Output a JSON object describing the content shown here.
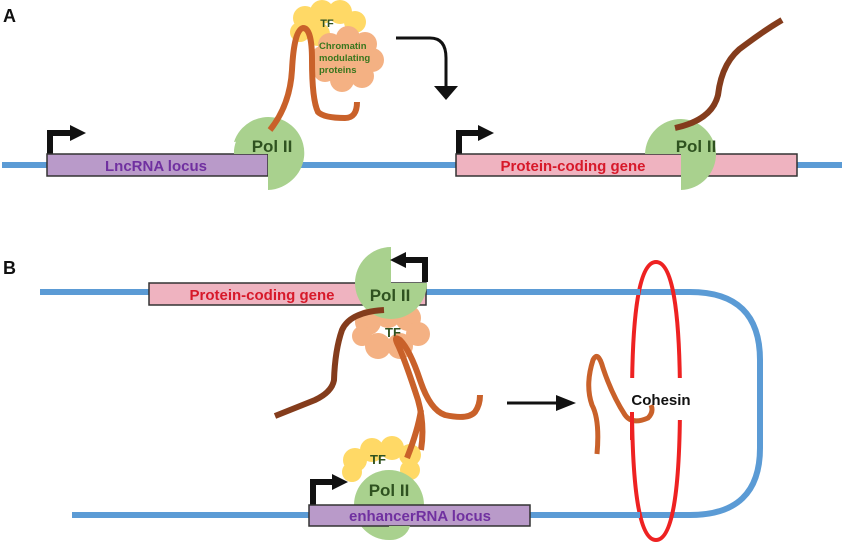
{
  "panels": {
    "a": {
      "label": "A",
      "lncrna_locus": "LncRNA locus",
      "pol2_left": "Pol II",
      "tf": "TF",
      "chromatin": [
        "Chromatin",
        "modulating",
        "proteins"
      ],
      "pol2_right": "Pol II",
      "protein_gene": "Protein-coding gene"
    },
    "b": {
      "label": "B",
      "protein_gene": "Protein-coding gene",
      "pol2_top": "Pol II",
      "tf_top": "TF",
      "tf_bottom": "TF",
      "pol2_bottom": "Pol II",
      "enhancer_locus": "enhancerRNA locus",
      "cohesin": "Cohesin"
    }
  },
  "colors": {
    "dna": "#5b9bd5",
    "lncrna_box": "#b99ac9",
    "lncrna_text": "#7030a0",
    "gene_box": "#efb3c0",
    "gene_text": "#d7192a",
    "pol2": "#a9d18e",
    "pol2_text": "#2f5220",
    "tf_yellow": "#ffd966",
    "tf_orange": "#f4b183",
    "rna_orange": "#c9612a",
    "rna_brown": "#843c1c",
    "cohesin": "#ee2222"
  }
}
